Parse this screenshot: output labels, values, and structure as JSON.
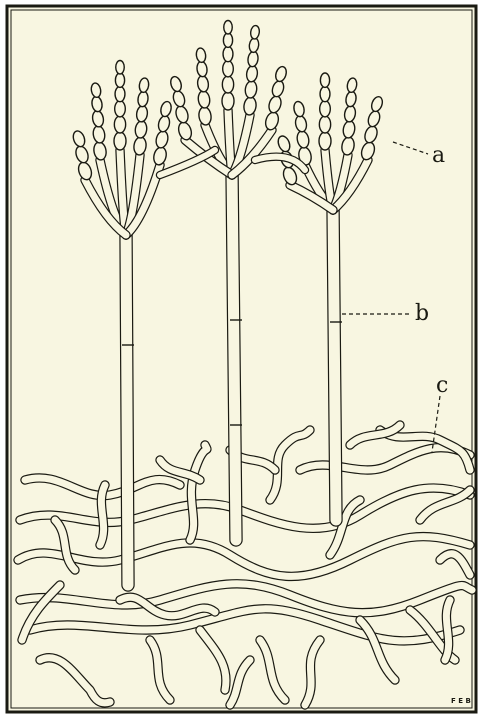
{
  "plate": {
    "labels": {
      "a": "a",
      "b": "b",
      "c": "c"
    },
    "signature": "F E B",
    "colors": {
      "paper": "#f8f6e1",
      "ink": "#1a1a12",
      "border": "#1a1a12",
      "outside": "#ffffff"
    }
  }
}
